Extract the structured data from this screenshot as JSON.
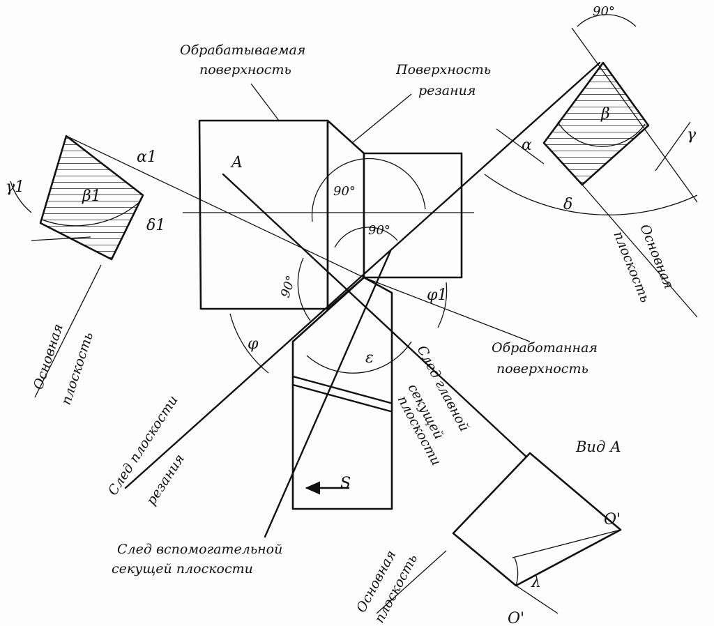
{
  "labels": {
    "processed_surface_1": "Обрабатываемая",
    "processed_surface_2": "поверхность",
    "cutting_surface_1": "Поверхность",
    "cutting_surface_2": "резания",
    "machined_surface_1": "Обработанная",
    "machined_surface_2": "поверхность",
    "cutting_plane_trace_1": "След плоскости",
    "cutting_plane_trace_2": "резания",
    "main_section_trace_1": "След главной",
    "main_section_trace_2": "секущей",
    "main_section_trace_3": "плоскости",
    "aux_section_trace_1": "След вспомогательной",
    "aux_section_trace_2": "секущей плоскости",
    "base_plane_left_1": "Основная",
    "base_plane_left_2": "плоскость",
    "base_plane_right_1": "Основная",
    "base_plane_right_2": "плоскость",
    "base_plane_bottom_1": "Основная",
    "base_plane_bottom_2": "плоскость",
    "view_a": "Вид А",
    "point_a": "A",
    "feed": "S",
    "o_prime_top": "O'",
    "o_prime_bottom": "O'"
  },
  "angles": {
    "deg90": "90°",
    "alpha": "α",
    "beta": "β",
    "gamma": "γ",
    "delta": "δ",
    "alpha1": "α1",
    "beta1": "β1",
    "gamma1": "γ1",
    "delta1": "δ1",
    "phi": "φ",
    "phi1": "φ1",
    "epsilon": "ε",
    "lambda": "λ"
  }
}
